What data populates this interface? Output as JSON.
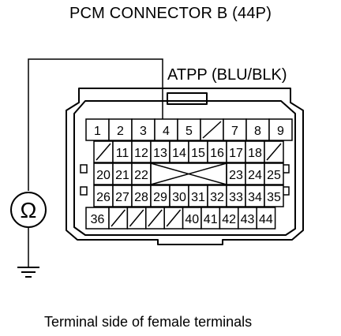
{
  "title": "PCM CONNECTOR B (44P)",
  "pin_label": "ATPP (BLU/BLK)",
  "meter_symbol": "Ω",
  "caption": "Terminal side of female terminals",
  "connector": {
    "rows": [
      [
        "1",
        "2",
        "3",
        "4",
        "5",
        "",
        "7",
        "8",
        "9"
      ],
      [
        "",
        "11",
        "12",
        "13",
        "14",
        "15",
        "16",
        "17",
        "18",
        ""
      ],
      [
        "20",
        "21",
        "22",
        "",
        "",
        "",
        "",
        "23",
        "24",
        "25"
      ],
      [
        "26",
        "27",
        "28",
        "29",
        "30",
        "31",
        "32",
        "33",
        "34",
        "35"
      ],
      [
        "36",
        "",
        "",
        "",
        "",
        "40",
        "41",
        "42",
        "43",
        "44"
      ]
    ],
    "probed_pin": "4"
  }
}
